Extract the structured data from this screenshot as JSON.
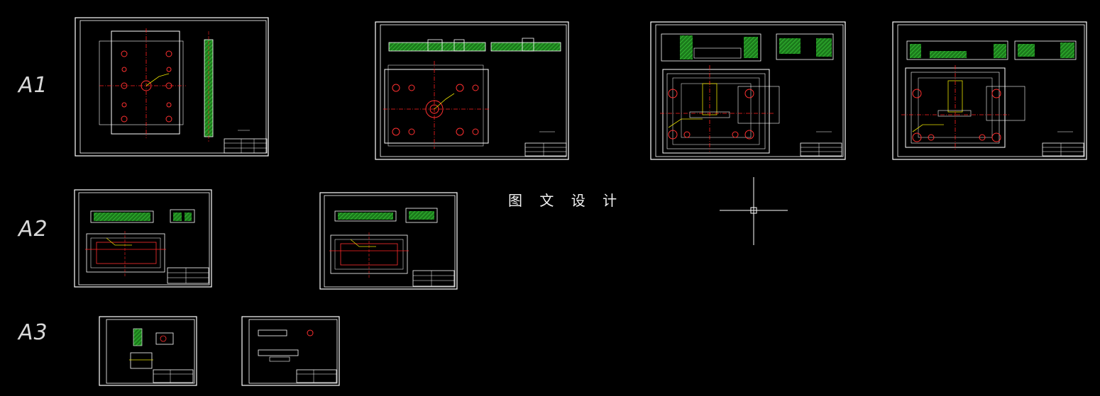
{
  "app": {
    "title": "CAD model space"
  },
  "row_labels": {
    "a1": "A1",
    "a2": "A2",
    "a3": "A3"
  },
  "banner": {
    "text": "图 文 设 计"
  },
  "colors": {
    "background": "#000000",
    "frame": "#ffffff",
    "centerline": "#ff2020",
    "hatch": "#2aa82a",
    "dimension": "#e8e000"
  },
  "sheets": {
    "a1_count": 4,
    "a2_count": 2,
    "a3_count": 2
  },
  "cursor": {
    "icon": "crosshair-cursor-icon"
  }
}
